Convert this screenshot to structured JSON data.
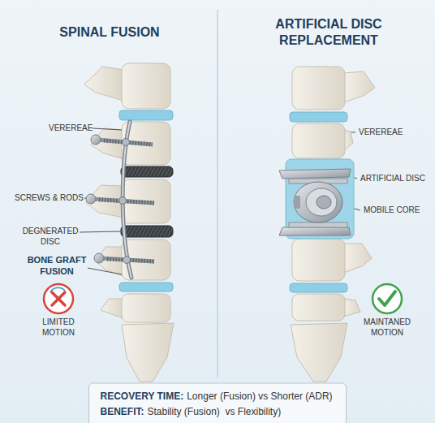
{
  "diagram": {
    "nodes": [
      {
        "text": [
          "RECOVERY TIME:",
          "Longer (Fusion) vs Shorter (ADR)",
          "BENEFIT:",
          "Stability (Fusion)  vs Flexibility)"
        ]
      }
    ],
    "labels": [
      "SPINAL FUSION",
      "ARTIFICIAL DISC REPLACEMENT",
      "VEREREAE",
      "SCREWS & RODS",
      "DEGNERATED DISC",
      "BONE GRAFT FUSION",
      "LIMITED MOTION",
      "VEREREAE",
      "ARTIFICIAL DISC",
      "MOBILE CORE",
      "MAINTANED MOTION"
    ]
  }
}
